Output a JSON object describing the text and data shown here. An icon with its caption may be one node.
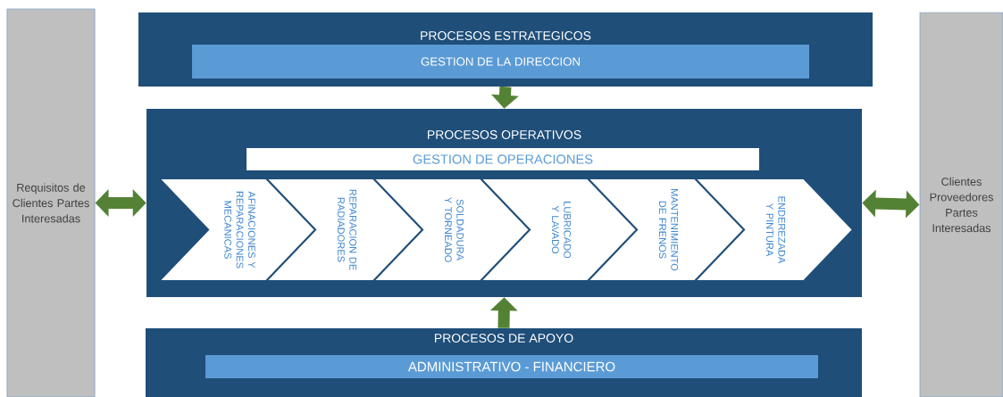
{
  "diagram": {
    "nodes": [
      {
        "text": [
          "Requisitos de Clientes Partes Interesadas"
        ]
      },
      {
        "text": [
          "PROCESOS ESTRATEGICOS"
        ]
      },
      {
        "text": [
          "GESTION DE LA DIRECCION"
        ],
        "in": 1
      },
      {
        "text": [
          "PROCESOS OPERATIVOS"
        ]
      },
      {
        "text": [
          "GESTION DE OPERACIONES"
        ],
        "in": 3
      },
      {
        "text": [
          "AFINACIONES Y REPARACIONES MECANICAS"
        ],
        "in": 3
      },
      {
        "text": [
          "REPARACION DE RADIADORES"
        ],
        "in": 3
      },
      {
        "text": [
          "SOLDADURA Y TORNEADO"
        ],
        "in": 3
      },
      {
        "text": [
          "LUBRICADO Y LAVADO"
        ],
        "in": 3
      },
      {
        "text": [
          "MANTENIMIENTO DE FRENOS"
        ],
        "in": 3
      },
      {
        "text": [
          "ENDEREZADA Y PINTURA"
        ],
        "in": 3
      },
      {
        "text": [
          "PROCESOS DE APOYO"
        ]
      },
      {
        "text": [
          "ADMINISTRATIVO - FINANCIERO"
        ],
        "in": 11
      },
      {
        "text": [
          "Clientes Proveedores Partes Interesadas"
        ]
      }
    ],
    "edges": [
      {
        "from": 1,
        "to": 3,
        "arrow": "to"
      },
      {
        "from": 11,
        "to": 3,
        "arrow": "to"
      },
      {
        "from": 0,
        "to": 3,
        "arrow": "both"
      },
      {
        "from": 3,
        "to": 13,
        "arrow": "both"
      }
    ]
  }
}
